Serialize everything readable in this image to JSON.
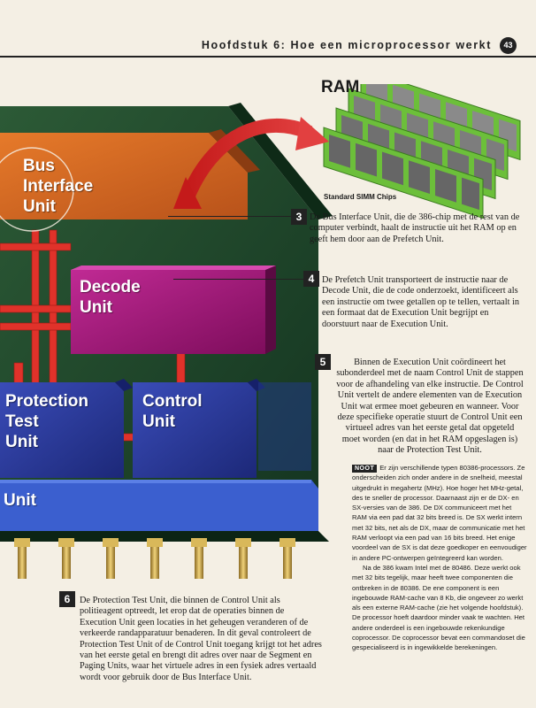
{
  "header": {
    "chapter_title": "Hoofdstuk 6: Hoe een microprocessor werkt",
    "page_number": "43"
  },
  "illustration": {
    "units": {
      "bus_interface": "Bus\nInterface\nUnit",
      "decode": "Decode\nUnit",
      "protection_test": "Protection\nTest\nUnit",
      "control": "Control\nUnit",
      "bottom_unit": "Unit"
    },
    "ram_label": "RAM",
    "simm_caption": "Standard SIMM Chips",
    "colors": {
      "board": "#1d4a2a",
      "bus_interface": "#d2691e",
      "decode": "#a0147a",
      "protection_control": "#2a3a9a",
      "bus_lines": "#e0322a",
      "pins": "#c9a445"
    }
  },
  "steps": [
    {
      "number": "3",
      "text": "De Bus Interface Unit, die de 386-chip met de rest van de computer verbindt, haalt de instructie uit het RAM op en geeft hem door aan de Prefetch Unit."
    },
    {
      "number": "4",
      "text": "De Prefetch Unit transporteert de instructie naar de Decode Unit, die de code onderzoekt, identificeert als een instructie om twee getallen op te tellen, vertaalt in een formaat dat de Execution Unit begrijpt en doorstuurt naar de Execution Unit."
    },
    {
      "number": "5",
      "text": "Binnen de Execution Unit coördineert het subonderdeel met de naam Control Unit de stappen voor de afhandeling van elke instructie. De Control Unit vertelt de andere elementen van de Execution Unit wat ermee moet gebeuren en wanneer. Voor deze specifieke operatie stuurt de Control Unit een virtueel adres van het eerste getal dat opgeteld moet worden (en dat in het RAM opgeslagen is) naar de Protection Test Unit."
    },
    {
      "number": "6",
      "text": "De Protection Test Unit, die binnen de Control Unit als politieagent optreedt, let erop dat de operaties binnen de Execution Unit geen locaties in het geheugen veranderen of de verkeerde randapparatuur benaderen. In dit geval controleert de Protection Test Unit of de Control Unit toegang krijgt tot het adres van het eerste getal en brengt dit adres over naar de Segment en Paging Units, waar het virtuele adres in een fysiek adres vertaald wordt voor gebruik door de Bus Interface Unit."
    }
  ],
  "note": {
    "tag": "NOOT",
    "paragraph1": "Er zijn verschillende typen 80386-processors. Ze onderscheiden zich onder andere in de snelheid, meestal uitgedrukt in megahertz (MHz). Hoe hoger het MHz-getal, des te sneller de processor. Daarnaast zijn er de DX- en SX-versies van de 386. De DX communiceert met het RAM via een pad dat 32 bits breed is. De SX werkt intern met 32 bits, net als de DX, maar de communicatie met het RAM verloopt via een pad van 16 bits breed. Het enige voordeel van de SX is dat deze goedkoper en eenvoudiger in andere PC-ontwerpen geïntegreerd kan worden.",
    "paragraph2": "Na de 386 kwam Intel met de 80486. Deze werkt ook met 32 bits tegelijk, maar heeft twee componenten die ontbreken in de 80386. De ene component is een ingebouwde RAM-cache van 8 Kb, die ongeveer zo werkt als een externe RAM-cache (zie het volgende hoofdstuk). De processor hoeft daardoor minder vaak te wachten. Het andere onderdeel is een ingebouwde rekenkundige coprocessor. De coprocessor bevat een commandoset die gespecialiseerd is in ingewikkelde berekeningen."
  }
}
